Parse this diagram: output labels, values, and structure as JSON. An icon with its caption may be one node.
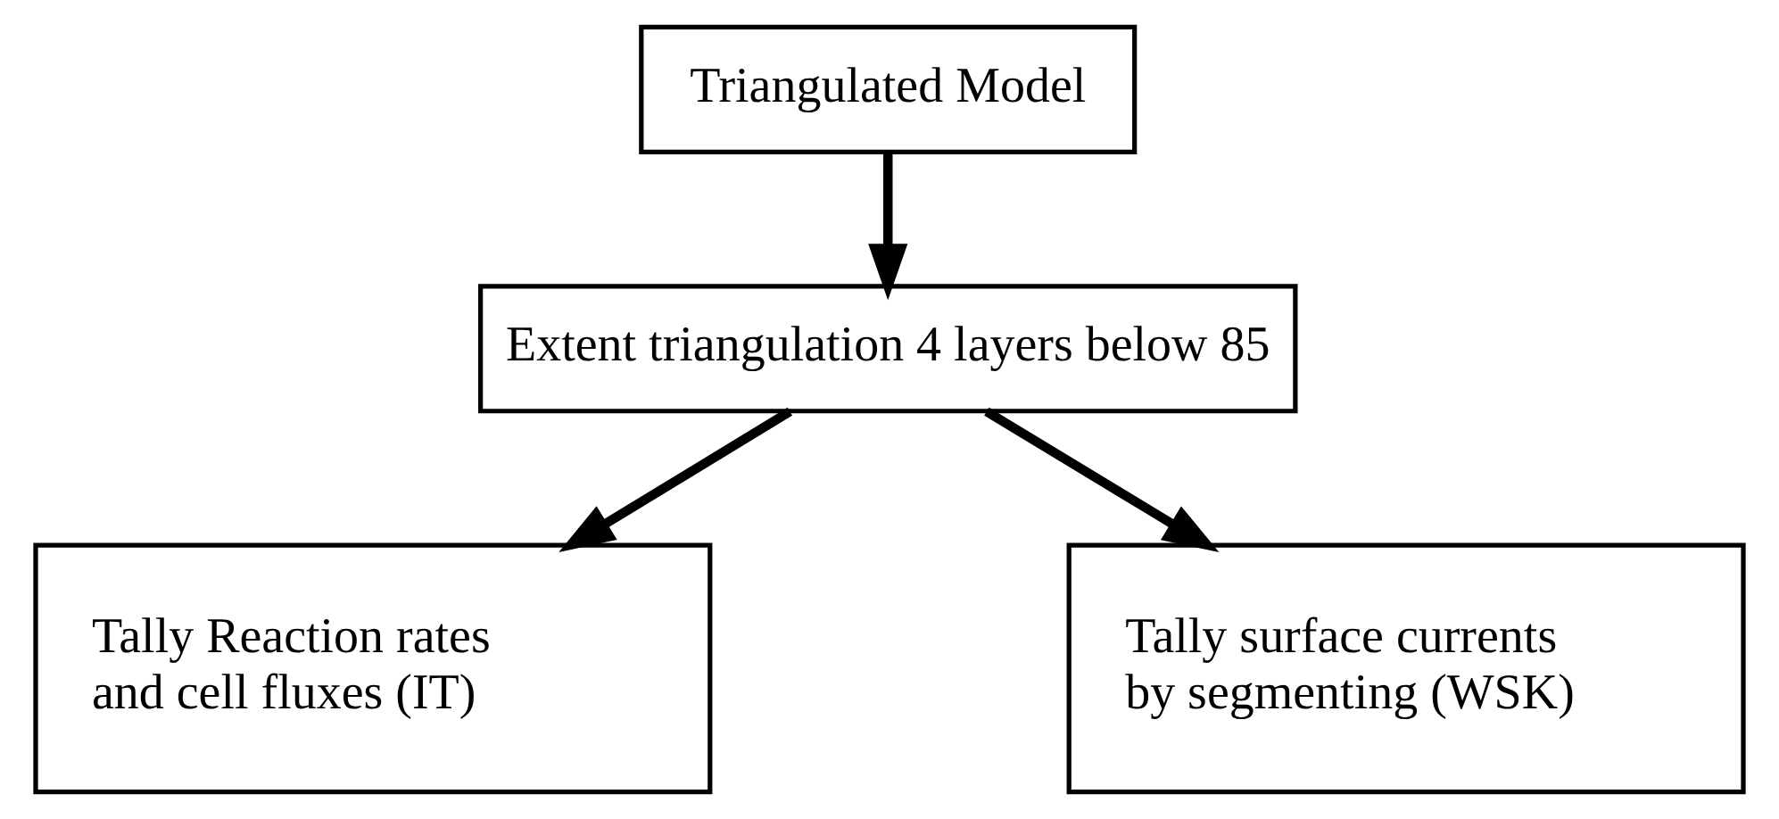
{
  "diagram": {
    "nodes": [
      {
        "text": [
          "Triangulated Model"
        ]
      },
      {
        "text": [
          "Extent triangulation 4 layers below 85"
        ]
      },
      {
        "text": [
          "Tally Reaction rates and cell fluxes (IT)"
        ]
      },
      {
        "text": [
          "Tally surface currents by segmenting (WSK)"
        ]
      }
    ],
    "edges": [
      {
        "from": 0,
        "to": 1,
        "arrow": "to"
      },
      {
        "from": 1,
        "to": 2,
        "arrow": "to"
      },
      {
        "from": 1,
        "to": 3,
        "arrow": "to"
      }
    ]
  }
}
